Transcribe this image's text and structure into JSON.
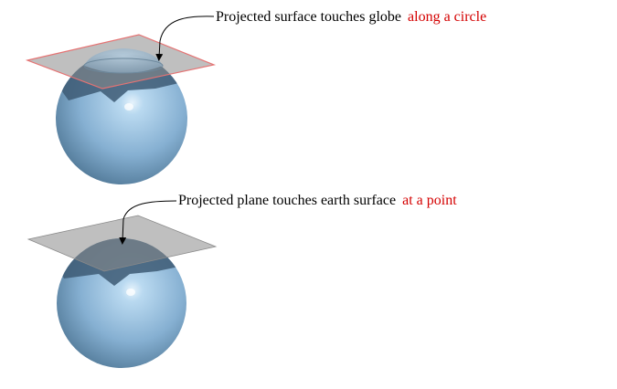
{
  "figures": [
    {
      "caption_main": "Projected surface touches globe",
      "caption_highlight": "along a circle"
    },
    {
      "caption_main": "Projected plane  touches earth surface",
      "caption_highlight": "at a point"
    }
  ],
  "colors": {
    "highlight_text": "#d40000",
    "sphere_light": "#c9e3f5",
    "sphere_mid": "#8db6d6",
    "sphere_dark": "#4a6f8e",
    "plane_fill": "#8a8a8a",
    "plane_edge_top": "#e57373"
  },
  "icons": [
    "curved-arrow-icon"
  ]
}
